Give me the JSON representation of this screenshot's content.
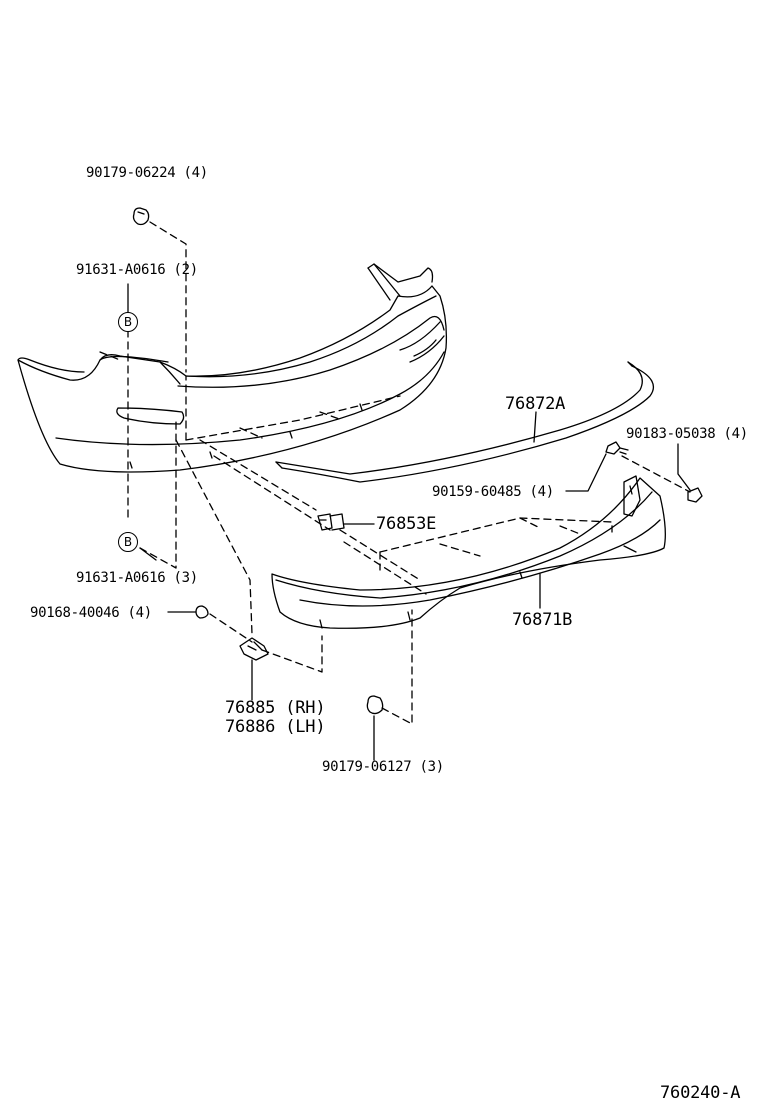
{
  "labels": {
    "nut_top": "90179-06224 (4)",
    "clip_b_top": "91631-A0616 (2)",
    "moulding": "76872A",
    "screw_right": "90183-05038 (4)",
    "bolt": "90159-60485 (4)",
    "retainer": "76853E",
    "clip_b_bottom": "91631-A0616 (3)",
    "nut_left": "90168-40046 (4)",
    "lower_bumper": "76871B",
    "bracket_rh": "76885 (RH)",
    "bracket_lh": "76886 (LH)",
    "nut_bottom": "90179-06127 (3)",
    "figure_id": "760240-A"
  },
  "callout_letter": "B",
  "colors": {
    "line": "#000000",
    "background": "#ffffff"
  }
}
